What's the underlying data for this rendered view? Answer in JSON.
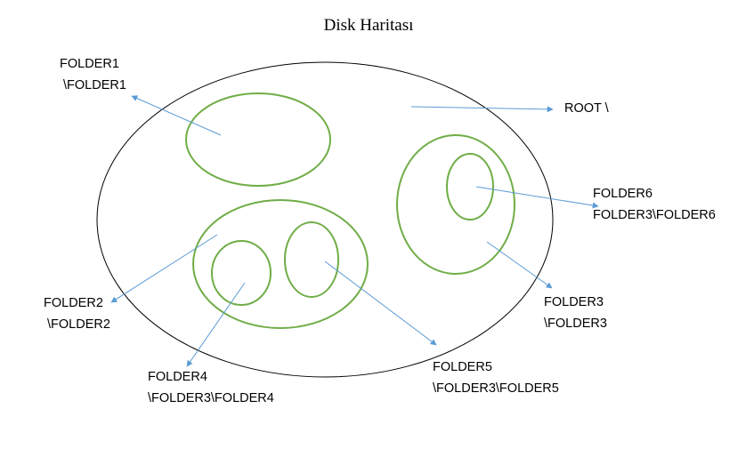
{
  "title": "Disk Haritası",
  "labels": {
    "root": "ROOT \\",
    "folder1": {
      "name": "FOLDER1",
      "path": "\\FOLDER1"
    },
    "folder2": {
      "name": "FOLDER2",
      "path": "\\FOLDER2"
    },
    "folder3": {
      "name": "FOLDER3",
      "path": "\\FOLDER3"
    },
    "folder4": {
      "name": "FOLDER4",
      "path": "\\FOLDER3\\FOLDER4"
    },
    "folder5": {
      "name": "FOLDER5",
      "path": "\\FOLDER3\\FOLDER5"
    },
    "folder6": {
      "name": "FOLDER6",
      "path": "FOLDER3\\FOLDER6"
    }
  },
  "colors": {
    "disk_outline": "#000000",
    "folder_outline": "#70ad47",
    "arrow": "#5b9bd5"
  }
}
